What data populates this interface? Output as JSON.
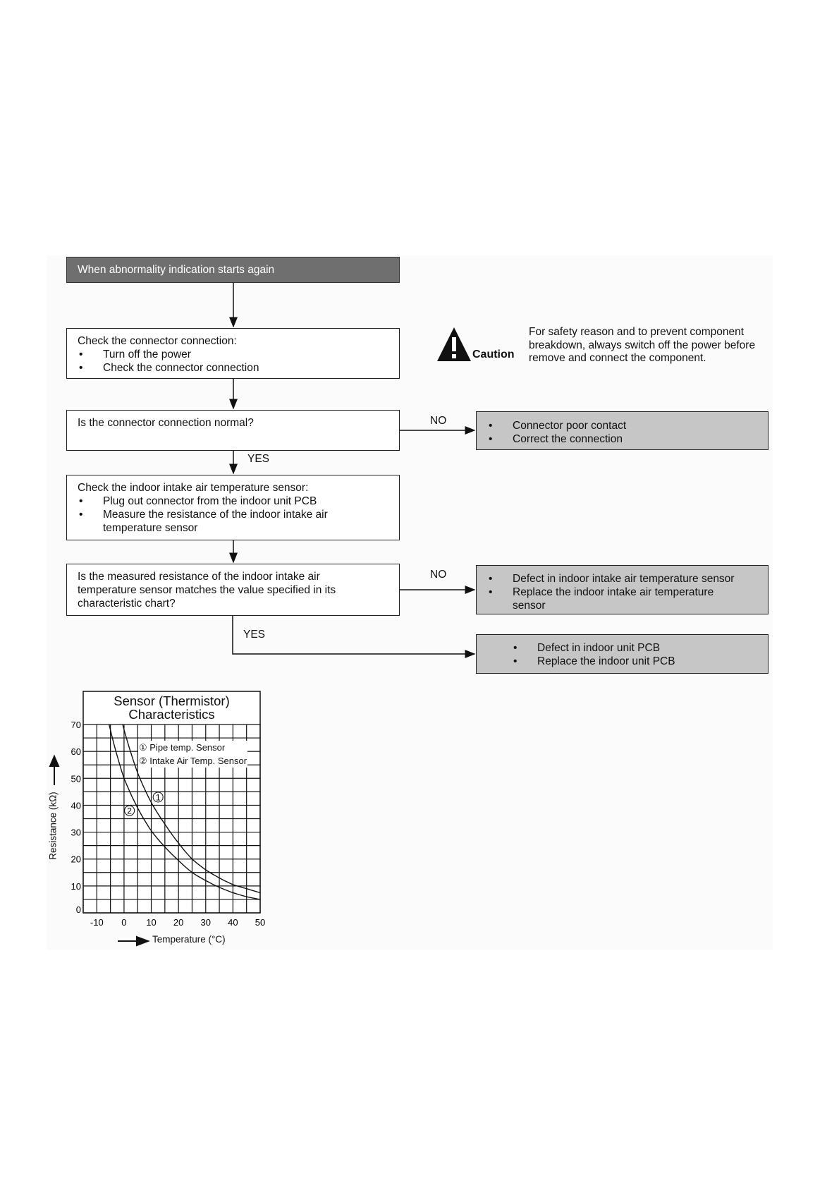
{
  "flow": {
    "start": "When abnormality indication starts again",
    "step1": {
      "title": "Check the connector connection:",
      "items": [
        "Turn off the power",
        "Check the connector connection"
      ]
    },
    "q1": "Is the connector connection normal?",
    "step2": {
      "title": "Check the indoor intake air temperature sensor:",
      "items": [
        "Plug out connector from the indoor unit PCB",
        "Measure the resistance of the indoor intake air temperature sensor"
      ]
    },
    "q2": "Is the measured resistance of the indoor intake air temperature sensor matches the value specified in its characteristic chart?",
    "no1": "NO",
    "yes1": "YES",
    "no2": "NO",
    "yes2": "YES",
    "r1": [
      "Connector poor contact",
      "Correct the connection"
    ],
    "r2": [
      "Defect in indoor intake air temperature sensor",
      "Replace the indoor intake air temperature sensor"
    ],
    "r3": [
      "Defect in indoor unit PCB",
      "Replace the indoor unit PCB"
    ]
  },
  "caution": {
    "label": "Caution",
    "icon": "warning-triangle-icon",
    "text": "For safety reason and to prevent component breakdown, always switch off the power before remove and connect the component."
  },
  "chart_data": {
    "type": "line",
    "title": "Sensor (Thermistor) Characteristics",
    "xlabel": "Temperature (°C)",
    "ylabel": "Resistance (kΩ)",
    "xlim": [
      -15,
      50
    ],
    "ylim": [
      0,
      70
    ],
    "xticks": [
      -10,
      0,
      10,
      20,
      30,
      40,
      50
    ],
    "yticks": [
      0,
      10,
      20,
      30,
      40,
      50,
      60,
      70
    ],
    "grid": true,
    "legend_placement": "top-right",
    "series": [
      {
        "name": "① Pipe temp. Sensor",
        "marker": "①",
        "x": [
          -0.5,
          5,
          10,
          15,
          20,
          25,
          30,
          35,
          40,
          45,
          50
        ],
        "y": [
          70,
          52,
          41,
          33,
          26,
          20,
          16,
          13,
          10.5,
          9,
          7.5
        ]
      },
      {
        "name": "② Intake Air Temp. Sensor",
        "marker": "②",
        "x": [
          -5.5,
          0,
          5,
          10,
          15,
          20,
          25,
          30,
          35,
          40,
          45,
          50
        ],
        "y": [
          70,
          50,
          39,
          30.5,
          24.5,
          19.5,
          15,
          12,
          9.5,
          7.5,
          6,
          5
        ]
      }
    ]
  }
}
